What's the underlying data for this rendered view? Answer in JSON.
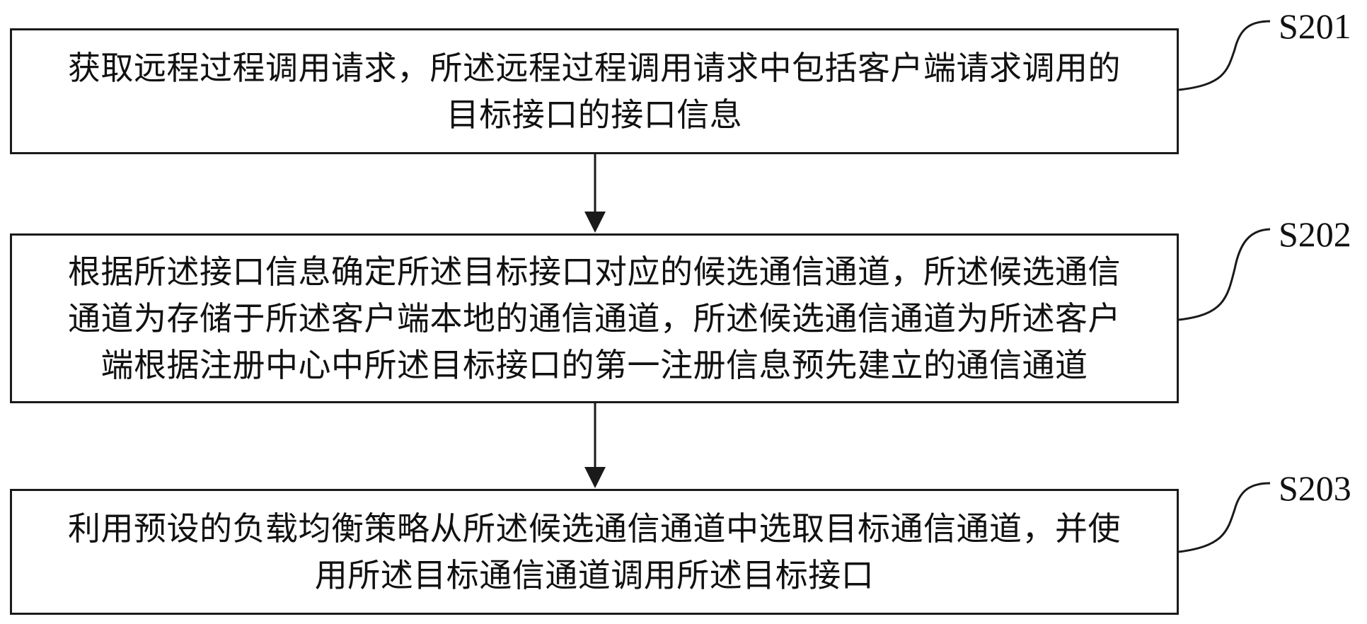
{
  "steps": [
    {
      "label": "S201",
      "lines": [
        "获取远程过程调用请求，所述远程过程调用请求中包括客户端请求调用的",
        "目标接口的接口信息"
      ]
    },
    {
      "label": "S202",
      "lines": [
        "根据所述接口信息确定所述目标接口对应的候选通信通道，所述候选通信",
        "通道为存储于所述客户端本地的通信通道，所述候选通信通道为所述客户",
        "端根据注册中心中所述目标接口的第一注册信息预先建立的通信通道"
      ]
    },
    {
      "label": "S203",
      "lines": [
        "利用预设的负载均衡策略从所述候选通信通道中选取目标通信通道，并使",
        "用所述目标通信通道调用所述目标接口"
      ]
    }
  ]
}
